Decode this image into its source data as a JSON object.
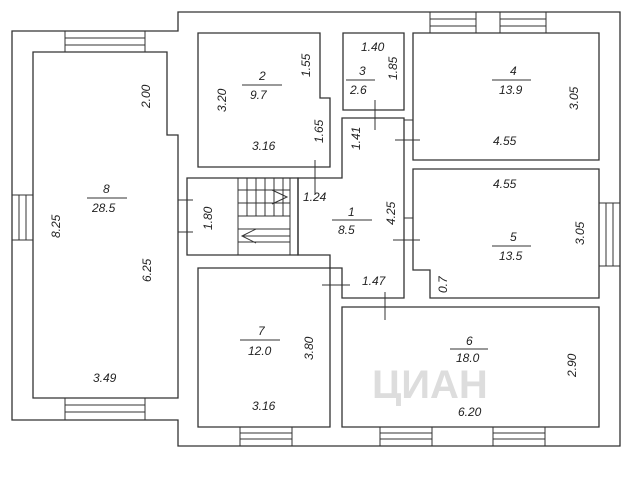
{
  "plan": {
    "watermark": "ЦИАН",
    "rooms": [
      {
        "number": "1",
        "area": "8.5",
        "dims": [
          "1.41",
          "4.25",
          "1.24",
          "1.47"
        ]
      },
      {
        "number": "2",
        "area": "9.7",
        "dims": [
          "3.20",
          "1.55",
          "1.65",
          "3.16"
        ]
      },
      {
        "number": "3",
        "area": "2.6",
        "dims": [
          "1.40",
          "1.85"
        ]
      },
      {
        "number": "4",
        "area": "13.9",
        "dims": [
          "3.05",
          "4.55"
        ]
      },
      {
        "number": "5",
        "area": "13.5",
        "dims": [
          "4.55",
          "3.05",
          "0.7"
        ]
      },
      {
        "number": "6",
        "area": "18.0",
        "dims": [
          "2.90",
          "6.20"
        ]
      },
      {
        "number": "7",
        "area": "12.0",
        "dims": [
          "3.80",
          "3.16"
        ]
      },
      {
        "number": "8",
        "area": "28.5",
        "dims": [
          "2.00",
          "8.25",
          "6.25",
          "3.49"
        ]
      }
    ],
    "stair_dim": "1.80"
  }
}
